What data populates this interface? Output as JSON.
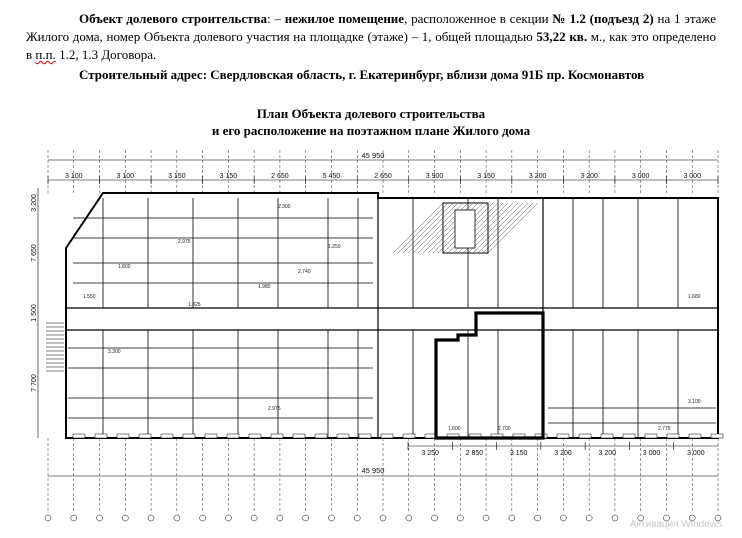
{
  "doc": {
    "p1_a": "Объект долевого строительства",
    "p1_b": ": – ",
    "p1_c": "нежилое помещение",
    "p1_d": ", расположенное в секции ",
    "p1_e": "№ 1.2 (подъезд 2)",
    "p1_f": " на 1 этаже Жилого дома, номер Объекта долевого участия на площадке (этаже) – 1, общей площадью ",
    "p1_g": "53,22 кв.",
    "p1_h": " м., как это определено в ",
    "p1_i": "п.п.",
    "p1_j": " 1.2, 1.3 Договора.",
    "address": "Строительный адрес: Свердловская область, г. Екатеринбург, вблизи дома 91Б пр. Космонавтов"
  },
  "plan": {
    "title_line1": "План Объекта долевого строительства",
    "title_line2": "и его расположение на поэтажном плане Жилого дома",
    "top_total": "45 950",
    "bottom_total": "45 950",
    "top_dims": [
      "3 100",
      "3 100",
      "3 150",
      "3 150",
      "2 650",
      "5 450",
      "2 650",
      "3 900",
      "3 150",
      "3 200",
      "3 200",
      "3 000",
      "3 000"
    ],
    "bottom_dims": [
      "3 250",
      "2 850",
      "3 150",
      "3 200",
      "3 200",
      "3 000",
      "3 000"
    ],
    "left_dims": [
      "3 200",
      "7 650",
      "1 500",
      "7 700"
    ],
    "room_labels": [
      "1.800",
      "2.975",
      "2.740",
      "1.980",
      "1.825",
      "3.300",
      "2.300",
      "1.250",
      "1.550",
      "2.975",
      "1.600",
      "2.700",
      "2.775",
      "3.100",
      "1.680"
    ]
  },
  "watermark": "Активация Windows"
}
